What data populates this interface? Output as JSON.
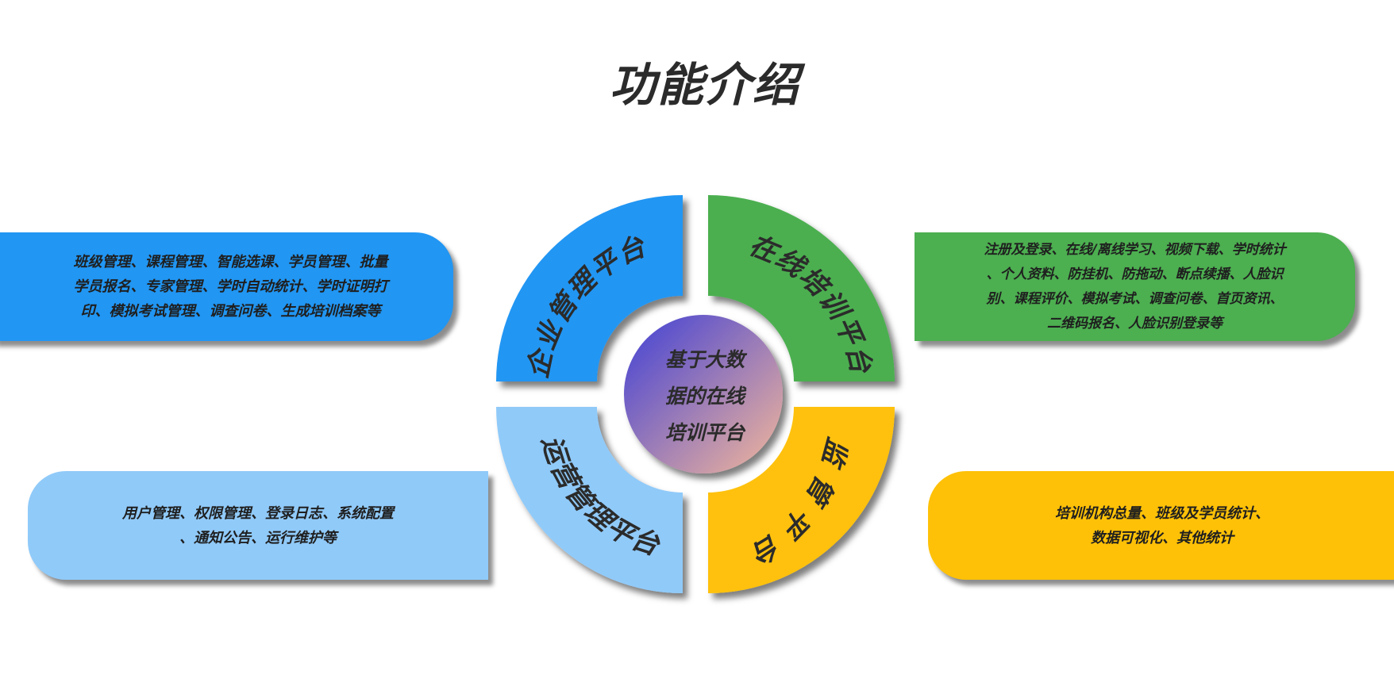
{
  "title": "功能介绍",
  "center": {
    "lines": [
      "基于大数",
      "据的在线",
      "培训平台"
    ],
    "gradient_start": "#3f3fd6",
    "gradient_end": "#f5b89a"
  },
  "quadrants": [
    {
      "label": "企业管理平台",
      "color": "#2196f3"
    },
    {
      "label": "在线培训平台",
      "color": "#4caf50"
    },
    {
      "label": "运营管理平台",
      "color": "#90caf9"
    },
    {
      "label": "监管平台",
      "color": "#ffc107"
    }
  ],
  "panels": {
    "enterprise": {
      "color": "#2196f3",
      "lines": [
        "班级管理、课程管理、智能选课、学员管理、批量",
        "学员报名、专家管理、学时自动统计、学时证明打",
        "印、模拟考试管理、调查问卷、生成培训档案等"
      ]
    },
    "online": {
      "color": "#4caf50",
      "lines": [
        "注册及登录、在线/离线学习、视频下载、学时统计",
        "、个人资料、防挂机、防拖动、断点续播、人脸识",
        "别、课程评价、模拟考试、调查问卷、首页资讯、",
        "二维码报名、人脸识别登录等"
      ]
    },
    "operations": {
      "color": "#90caf9",
      "lines": [
        "用户管理、权限管理、登录日志、系统配置",
        "、通知公告、运行维护等"
      ]
    },
    "supervision": {
      "color": "#ffc107",
      "lines": [
        "培训机构总量、班级及学员统计、",
        "数据可视化、其他统计"
      ]
    }
  }
}
